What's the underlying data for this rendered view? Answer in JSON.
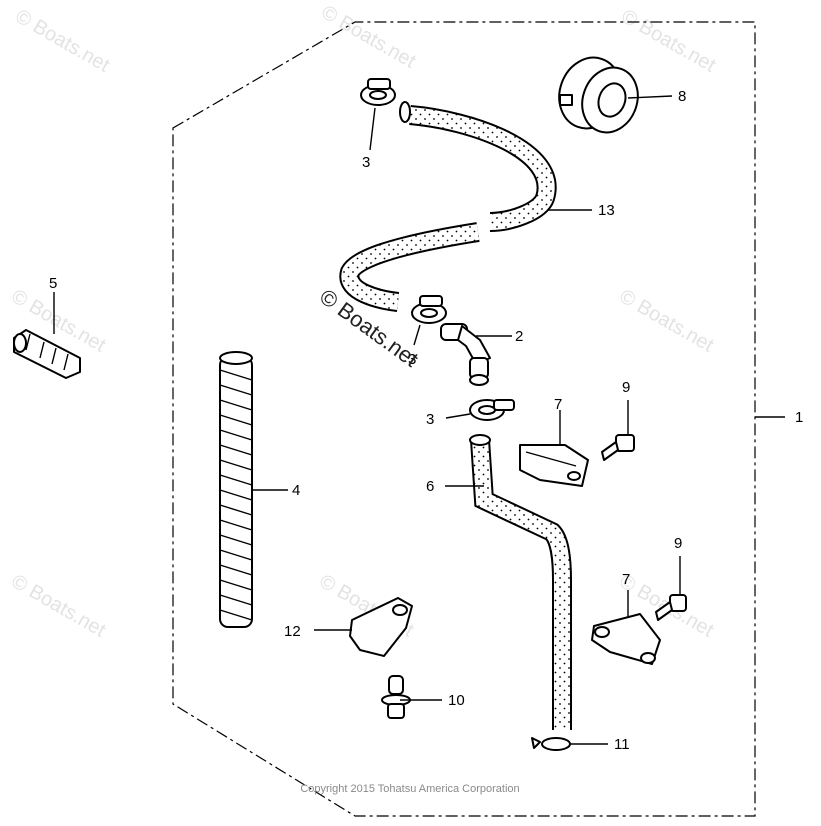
{
  "watermark": "© Boats.net",
  "copyright": "Copyright 2015 Tohatsu America Corporation",
  "callouts": {
    "c1": "1",
    "c2": "2",
    "c3a": "3",
    "c3b": "3",
    "c3c": "3",
    "c4": "4",
    "c5": "5",
    "c6": "6",
    "c7a": "7",
    "c7b": "7",
    "c8": "8",
    "c9a": "9",
    "c9b": "9",
    "c10": "10",
    "c11": "11",
    "c12": "12",
    "c13": "13"
  }
}
